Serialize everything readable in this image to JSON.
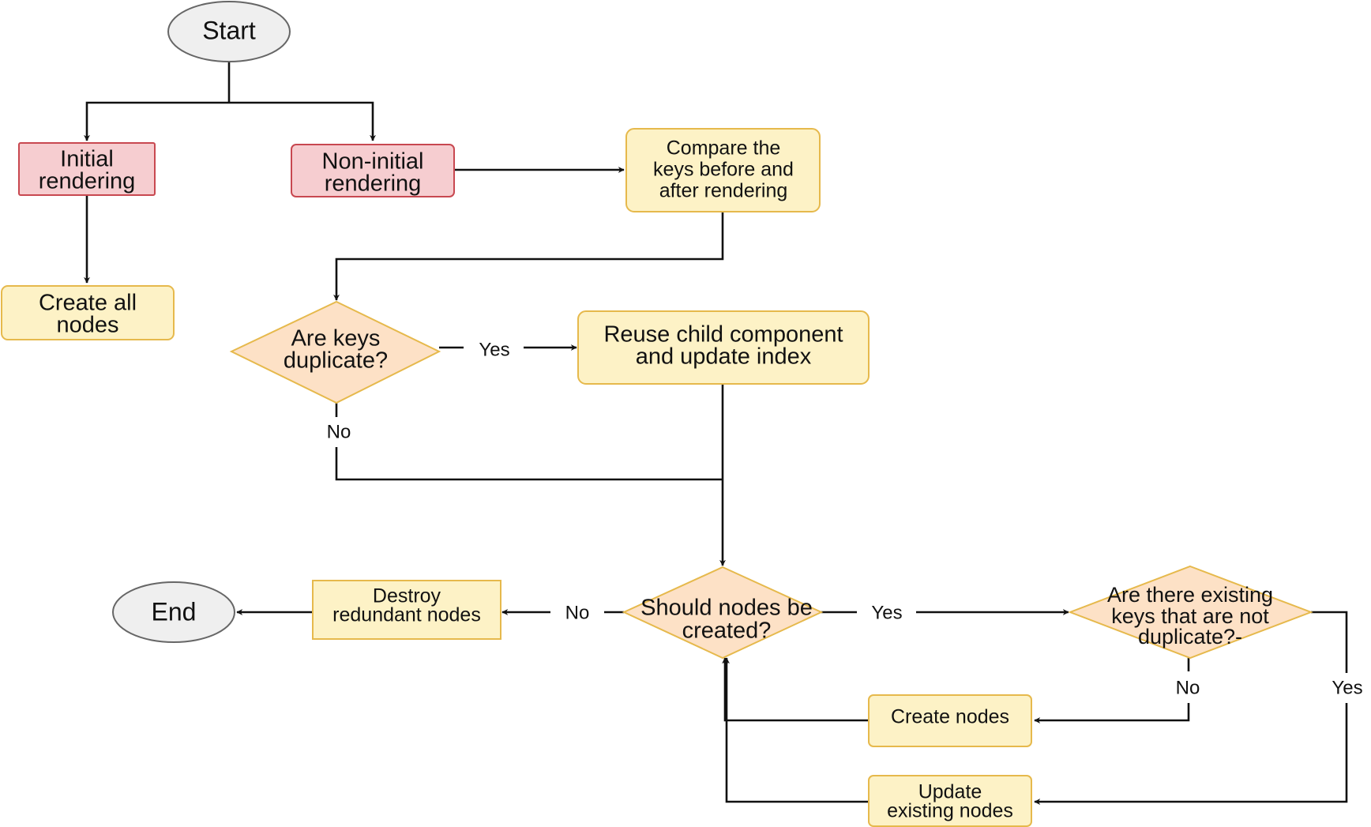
{
  "nodes": {
    "start": {
      "label": "Start",
      "fill": "#efefef",
      "stroke": "#666666"
    },
    "initial_rendering": {
      "lines": [
        "Initial",
        "rendering"
      ],
      "fill": "#f6cdd0",
      "stroke": "#c84850"
    },
    "non_initial_rendering": {
      "lines": [
        "Non-initial",
        "rendering"
      ],
      "fill": "#f6cdd0",
      "stroke": "#c84850"
    },
    "compare_keys": {
      "lines": [
        "Compare the",
        "keys before and",
        "after rendering"
      ],
      "fill": "#fdf2c6",
      "stroke": "#e6b94c"
    },
    "create_all_nodes": {
      "lines": [
        "Create all",
        "nodes"
      ],
      "fill": "#fdf2c6",
      "stroke": "#e6b94c"
    },
    "keys_duplicate": {
      "lines": [
        "Are keys",
        "duplicate?"
      ],
      "fill": "#fde1c6",
      "stroke": "#e6b94c"
    },
    "reuse_child": {
      "lines": [
        "Reuse child component",
        "and update index"
      ],
      "fill": "#fdf2c6",
      "stroke": "#e6b94c"
    },
    "should_create": {
      "lines": [
        "Should nodes be",
        "created?"
      ],
      "fill": "#fde1c6",
      "stroke": "#e6b94c"
    },
    "destroy_redundant": {
      "lines": [
        "Destroy",
        "redundant nodes"
      ],
      "fill": "#fdf2c6",
      "stroke": "#e6b94c"
    },
    "end": {
      "label": "End",
      "fill": "#efefef",
      "stroke": "#666666"
    },
    "existing_keys": {
      "lines": [
        "Are there existing",
        "keys that are not",
        "duplicate?-"
      ],
      "fill": "#fde1c6",
      "stroke": "#e6b94c"
    },
    "create_nodes": {
      "lines": [
        "Create nodes"
      ],
      "fill": "#fdf2c6",
      "stroke": "#e6b94c"
    },
    "update_existing": {
      "lines": [
        "Update",
        "existing nodes"
      ],
      "fill": "#fdf2c6",
      "stroke": "#e6b94c"
    }
  },
  "edge_labels": {
    "dup_yes": "Yes",
    "dup_no": "No",
    "create_no": "No",
    "create_yes": "Yes",
    "existing_no": "No",
    "existing_yes": "Yes"
  }
}
